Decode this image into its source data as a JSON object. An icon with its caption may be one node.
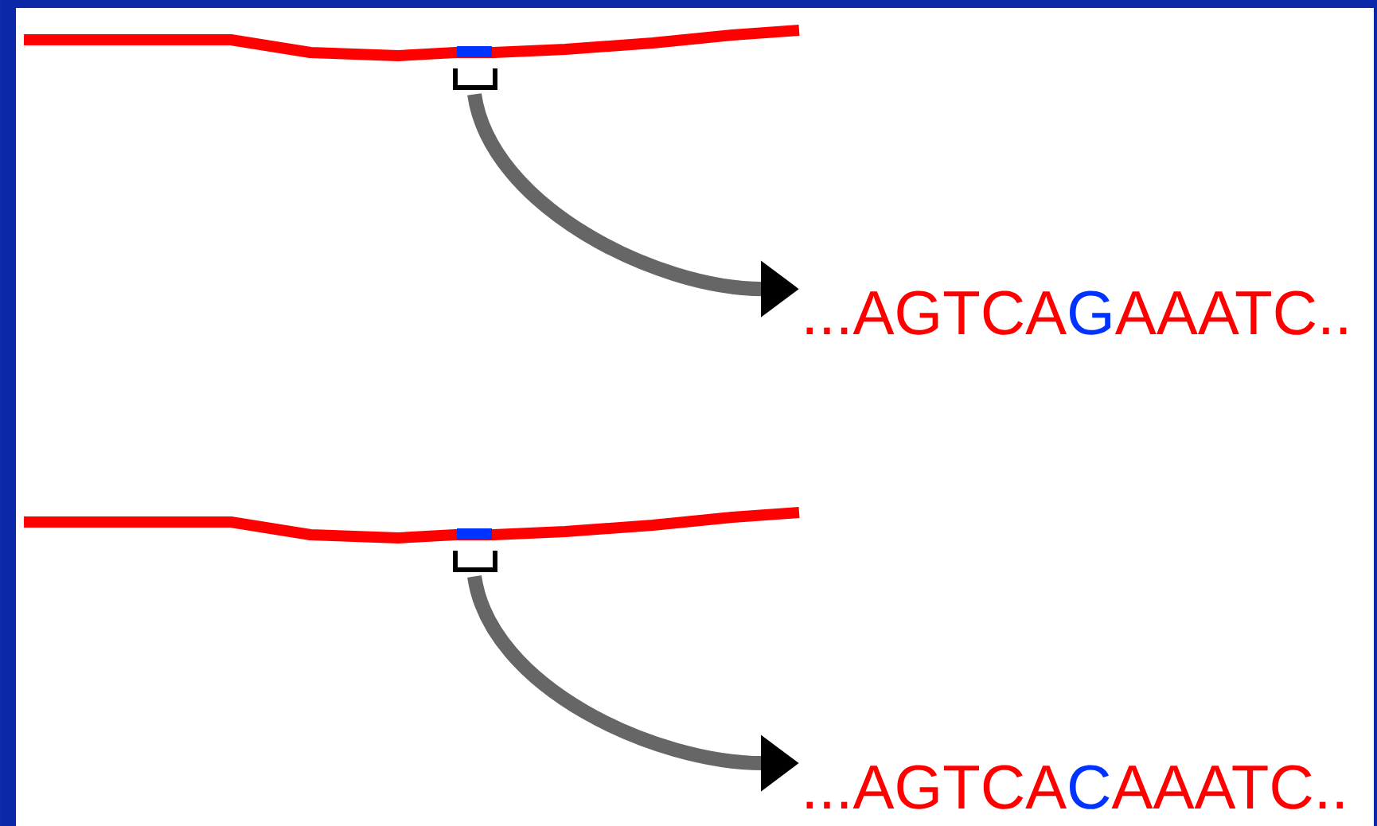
{
  "diagram": {
    "nodes": [
      {
        "text": [],
        "shape": "bar"
      },
      {
        "text": [
          "...AGTCA",
          "G",
          "AAATC.."
        ]
      },
      {
        "text": [],
        "shape": "bar"
      },
      {
        "text": [
          "...AGTCA",
          "C",
          "AAATC.."
        ]
      }
    ],
    "edges": [
      {
        "from": 0,
        "to": 1,
        "arrow": "to"
      },
      {
        "from": 2,
        "to": 3,
        "arrow": "to"
      }
    ]
  }
}
